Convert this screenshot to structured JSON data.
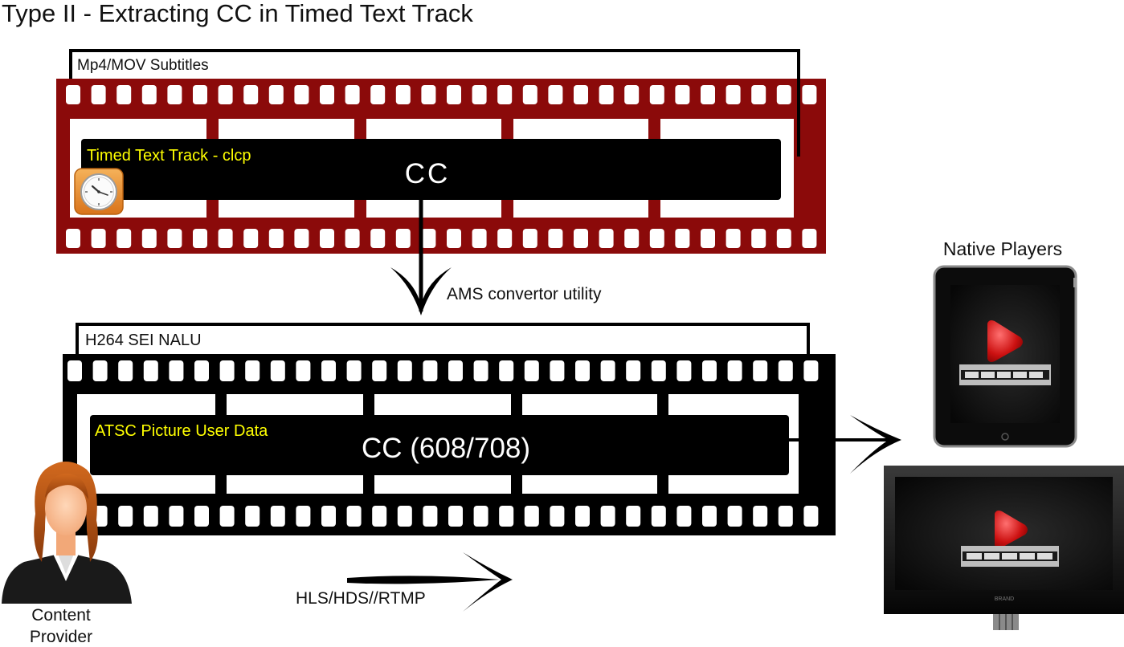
{
  "title": "Type II - Extracting CC in Timed Text Track",
  "top_strip": {
    "box_label": "Mp4/MOV Subtitles",
    "track_label": "Timed Text Track - clcp",
    "cc_label": "CC",
    "strip_color": "#8b0a0a",
    "track_label_color": "#ffff00"
  },
  "converter": {
    "label": "AMS convertor utility"
  },
  "bottom_strip": {
    "box_label": "H264 SEI NALU",
    "track_label": "ATSC Picture User Data",
    "cc_label": "CC (608/708)",
    "strip_color": "#000000",
    "track_label_color": "#ffff00"
  },
  "delivery": {
    "label": "HLS/HDS//RTMP"
  },
  "content_provider": {
    "label_line1": "Content",
    "label_line2": "Provider"
  },
  "native_players": {
    "label": "Native Players",
    "tablet_brand": "",
    "tv_brand": "BRAND"
  },
  "icons": {
    "clock": "clock-icon",
    "person": "content-provider-avatar",
    "play": "play-icon"
  }
}
